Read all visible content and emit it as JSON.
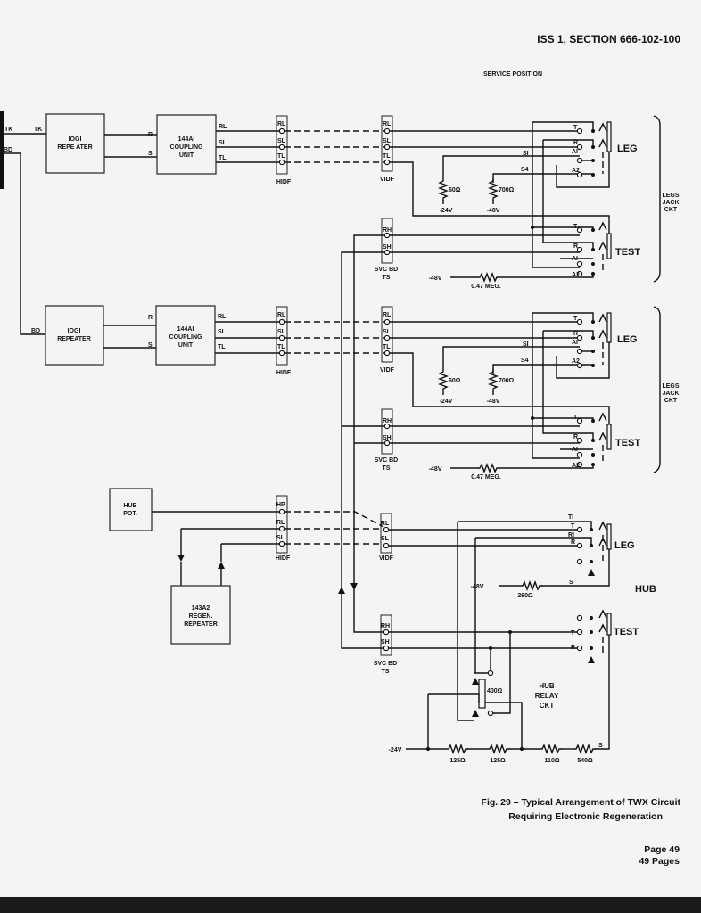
{
  "header": {
    "section": "ISS 1, SECTION 666-102-100",
    "subtitle": "SERVICE POSITION"
  },
  "labels": {
    "tk": "TK",
    "bd": "BD",
    "r": "R",
    "s": "S",
    "repeater_1061": [
      "IOGI",
      "REPE ATER"
    ],
    "repeater_1061b": [
      "IOGI",
      "REPEATER"
    ],
    "coupling": [
      "144AI",
      "COUPLING",
      "UNIT"
    ],
    "rl": "RL",
    "sl": "SL",
    "tl": "TL",
    "rh": "RH",
    "sh": "SH",
    "hp": "HP",
    "hidf": "HIDF",
    "vidf": "VIDF",
    "svc_bd": "SVC BD",
    "ts": "TS",
    "t": "T",
    "a1": "AI",
    "a2": "A2",
    "s1": "SI",
    "s4": "S4",
    "t1": "TI",
    "r1": "RI",
    "leg": "LEG",
    "test": "TEST",
    "hub": "HUB",
    "legs_jack_ckt": [
      "LEGS",
      "JACK",
      "CKT"
    ],
    "r60": "60Ω",
    "r700": "700Ω",
    "v24": "-24V",
    "v48": "-48V",
    "meg": "0.47 MEG.",
    "hub_pot": [
      "HUB",
      "POT."
    ],
    "regen": [
      "143A2",
      "REGEN.",
      "REPEATER"
    ],
    "r290": "290Ω",
    "r400": "400Ω",
    "hub_relay": [
      "HUB",
      "RELAY",
      "CKT"
    ],
    "r125a": "125Ω",
    "r125b": "125Ω",
    "r110": "110Ω",
    "r540": "540Ω"
  },
  "caption": {
    "line1": "Fig. 29 – Typical Arrangement of TWX Circuit",
    "line2": "Requiring Electronic Regeneration"
  },
  "footer": {
    "page": "Page 49",
    "pages": "49 Pages"
  }
}
